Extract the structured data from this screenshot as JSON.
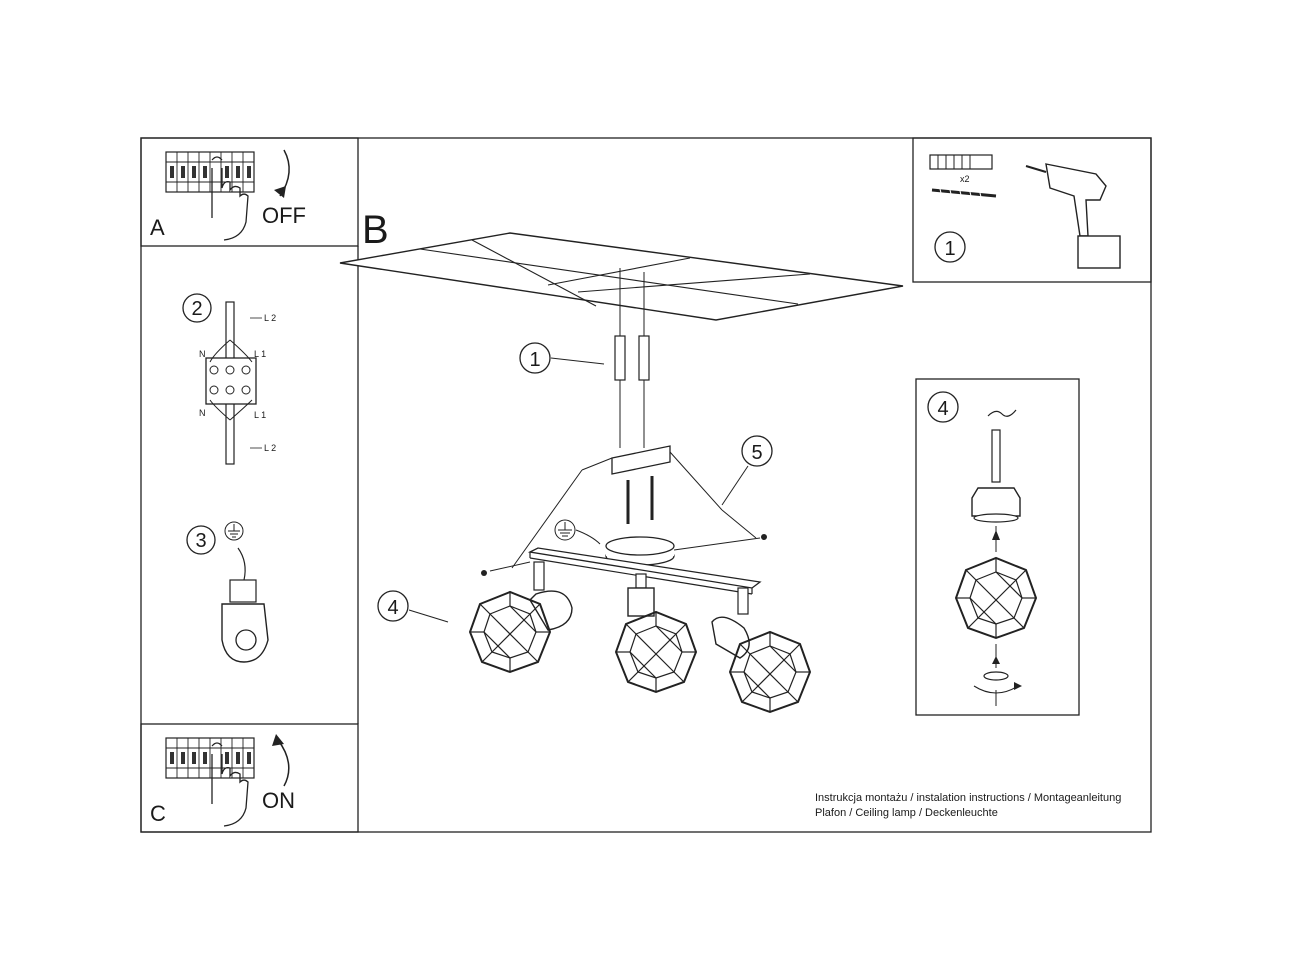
{
  "panels": {
    "a": {
      "letter": "A",
      "action": "OFF"
    },
    "b": {
      "letter": "B"
    },
    "c": {
      "letter": "C",
      "action": "ON"
    }
  },
  "tools": {
    "number": "1",
    "multiplier": "x2"
  },
  "wiring": {
    "number": "2",
    "terminals": {
      "l2_top": "L 2",
      "l1_top": "L 1",
      "n_top": "N",
      "n_bottom": "N",
      "l1_bottom": "L 1",
      "l2_bottom": "L 2"
    }
  },
  "ground": {
    "number": "3"
  },
  "shade_detail": {
    "number": "4"
  },
  "callouts": {
    "anchors": "1",
    "mount": "5",
    "shade": "4"
  },
  "caption": {
    "line1": "Instrukcja montażu / instalation instructions / Montageanleitung",
    "line2": "Plafon / Ceiling lamp / Deckenleuchte"
  }
}
